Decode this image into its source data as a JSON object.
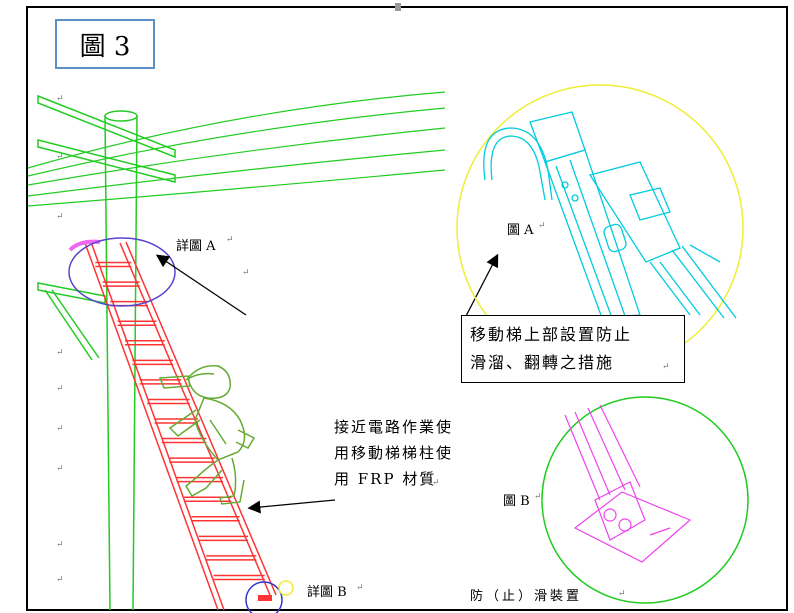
{
  "figure_label": "圖 3",
  "labels": {
    "detail_a": "詳圖 A",
    "detail_b": "詳圖 B",
    "fig_a": "圖 A",
    "fig_b": "圖 B",
    "anti_slip": "防（止）滑裝置"
  },
  "callout": {
    "line1": "移動梯上部設置防止",
    "line2": "滑溜、翻轉之措施"
  },
  "note": {
    "line1": "接近電路作業使",
    "line2": "用移動梯梯柱使",
    "line3": "用 FRP 材質"
  },
  "paragraph_mark": "↵",
  "colors": {
    "pole": "#22cc22",
    "ladder": "#ff3333",
    "worker": "#66aa33",
    "detail_circle_a": "#5544cc",
    "hook_ladder": "#00ccdd",
    "circle_a": "#eeee33",
    "circle_b": "#22cc22",
    "foot_device": "#ee44ee"
  }
}
